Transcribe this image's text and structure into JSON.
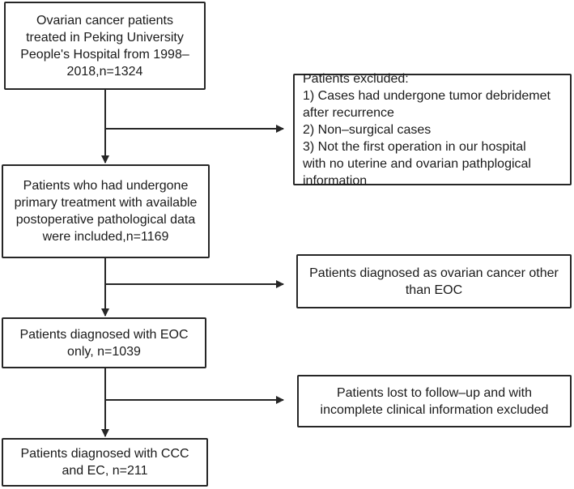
{
  "flowchart": {
    "main_boxes": [
      {
        "id": "box-initial-cohort",
        "lines": [
          "Ovarian cancer patients",
          "treated in Peking University",
          "People's  Hospital from 1998–",
          "2018,n=1324"
        ]
      },
      {
        "id": "box-primary-treatment",
        "lines": [
          "Patients who had undergone",
          "primary treatment with available",
          "postoperative pathological data",
          "were included,n=1169"
        ]
      },
      {
        "id": "box-eoc",
        "lines": [
          "Patients diagnosed with EOC",
          "only, n=1039"
        ]
      },
      {
        "id": "box-ccc-ec",
        "lines": [
          "Patients diagnosed with CCC",
          "and EC, n=211"
        ]
      }
    ],
    "exclusion_boxes": [
      {
        "id": "box-excluded-1",
        "lines": [
          "Patients excluded:",
          "1) Cases had undergone tumor  debridemet",
          "after recurrence",
          "2) Non–surgical cases",
          "3) Not the first operation in our hospital",
          "with no uterine and ovarian pathplogical",
          "information"
        ]
      },
      {
        "id": "box-excluded-2",
        "lines": [
          "Patients diagnosed as ovarian cancer other",
          "than EOC"
        ]
      },
      {
        "id": "box-excluded-3",
        "lines": [
          "Patients lost to follow–up and with",
          "incomplete clinical information excluded"
        ]
      }
    ]
  }
}
